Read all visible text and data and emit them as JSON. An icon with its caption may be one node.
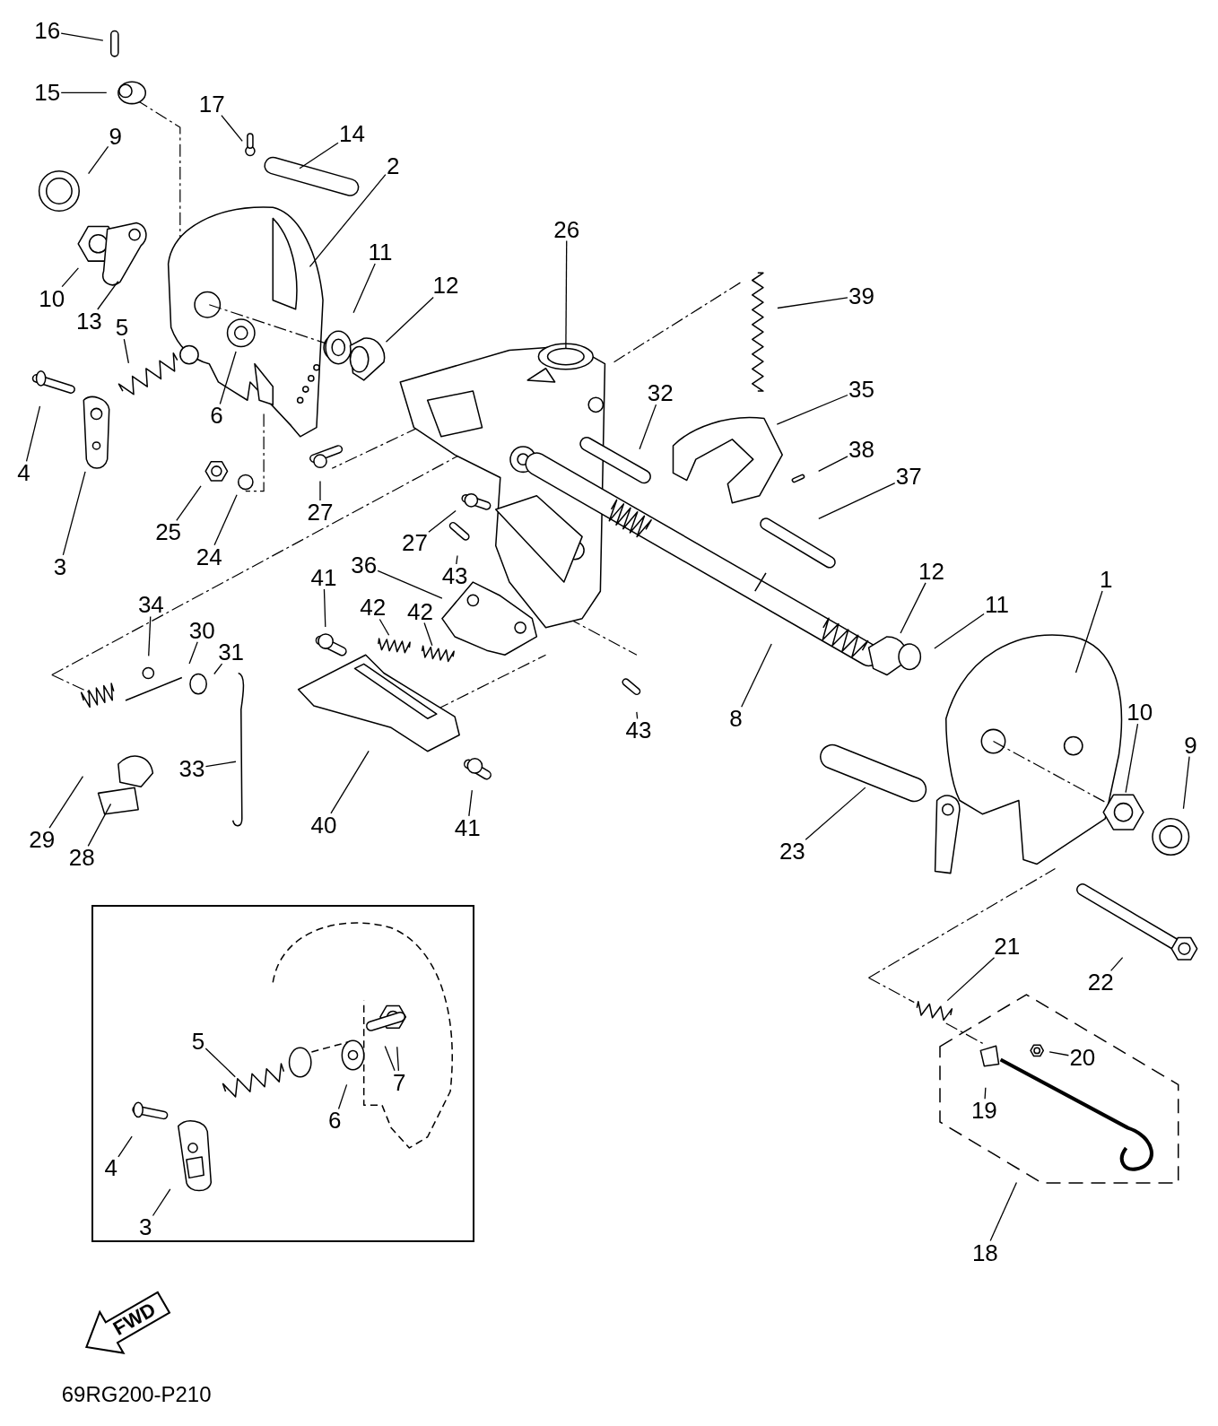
{
  "diagram": {
    "nodes": [
      {
        "text": [
          "16"
        ]
      },
      {
        "text": [
          "15"
        ]
      },
      {
        "text": [
          "9"
        ]
      },
      {
        "text": [
          "17"
        ]
      },
      {
        "text": [
          "14"
        ]
      },
      {
        "text": [
          "2"
        ]
      },
      {
        "text": [
          "26"
        ]
      },
      {
        "text": [
          "11"
        ]
      },
      {
        "text": [
          "12"
        ]
      },
      {
        "text": [
          "39"
        ]
      },
      {
        "text": [
          "10"
        ]
      },
      {
        "text": [
          "13"
        ]
      },
      {
        "text": [
          "5"
        ]
      },
      {
        "text": [
          "35"
        ]
      },
      {
        "text": [
          "32"
        ]
      },
      {
        "text": [
          "6"
        ]
      },
      {
        "text": [
          "38"
        ]
      },
      {
        "text": [
          "4"
        ]
      },
      {
        "text": [
          "37"
        ]
      },
      {
        "text": [
          "27"
        ]
      },
      {
        "text": [
          "25"
        ]
      },
      {
        "text": [
          "27"
        ]
      },
      {
        "text": [
          "24"
        ]
      },
      {
        "text": [
          "3"
        ]
      },
      {
        "text": [
          "36"
        ]
      },
      {
        "text": [
          "12"
        ]
      },
      {
        "text": [
          "43"
        ]
      },
      {
        "text": [
          "41"
        ]
      },
      {
        "text": [
          "1"
        ]
      },
      {
        "text": [
          "11"
        ]
      },
      {
        "text": [
          "34"
        ]
      },
      {
        "text": [
          "42"
        ]
      },
      {
        "text": [
          "42"
        ]
      },
      {
        "text": [
          "30"
        ]
      },
      {
        "text": [
          "31"
        ]
      },
      {
        "text": [
          "10"
        ]
      },
      {
        "text": [
          "8"
        ]
      },
      {
        "text": [
          "43"
        ]
      },
      {
        "text": [
          "9"
        ]
      },
      {
        "text": [
          "33"
        ]
      },
      {
        "text": [
          "40"
        ]
      },
      {
        "text": [
          "41"
        ]
      },
      {
        "text": [
          "29"
        ]
      },
      {
        "text": [
          "23"
        ]
      },
      {
        "text": [
          "28"
        ]
      },
      {
        "text": [
          "21"
        ]
      },
      {
        "text": [
          "22"
        ]
      },
      {
        "text": [],
        "shape": "box"
      },
      {
        "text": [
          "20"
        ],
        "in": 47
      },
      {
        "text": [
          "19"
        ],
        "in": 47
      },
      {
        "text": [
          "18"
        ]
      },
      {
        "text": [],
        "shape": "box"
      },
      {
        "text": [
          "5"
        ],
        "in": 51
      },
      {
        "text": [
          "7"
        ],
        "in": 51
      },
      {
        "text": [
          "6"
        ],
        "in": 51
      },
      {
        "text": [
          "4"
        ],
        "in": 51
      },
      {
        "text": [
          "3"
        ],
        "in": 51
      },
      {
        "text": [],
        "shape": "picture"
      }
    ],
    "edges": [
      {
        "from": 0,
        "to": null,
        "arrow": "none"
      },
      {
        "from": 1,
        "to": null,
        "arrow": "none"
      },
      {
        "from": 2,
        "to": null,
        "arrow": "none"
      },
      {
        "from": 3,
        "to": null,
        "arrow": "none"
      },
      {
        "from": 4,
        "to": null,
        "arrow": "none"
      },
      {
        "from": 5,
        "to": null,
        "arrow": "none"
      },
      {
        "from": 6,
        "to": null,
        "arrow": "none"
      },
      {
        "from": 7,
        "to": null,
        "arrow": "none"
      },
      {
        "from": 8,
        "to": null,
        "arrow": "none"
      },
      {
        "from": 9,
        "to": null,
        "arrow": "none"
      },
      {
        "from": 10,
        "to": null,
        "arrow": "none"
      },
      {
        "from": 11,
        "to": null,
        "arrow": "none"
      },
      {
        "from": 12,
        "to": null,
        "arrow": "none"
      },
      {
        "from": 13,
        "to": null,
        "arrow": "none"
      },
      {
        "from": 14,
        "to": null,
        "arrow": "none"
      },
      {
        "from": 15,
        "to": null,
        "arrow": "none"
      },
      {
        "from": 16,
        "to": null,
        "arrow": "none"
      },
      {
        "from": 17,
        "to": null,
        "arrow": "none"
      },
      {
        "from": 18,
        "to": null,
        "arrow": "none"
      },
      {
        "from": 19,
        "to": null,
        "arrow": "none"
      },
      {
        "from": 20,
        "to": null,
        "arrow": "none"
      },
      {
        "from": 21,
        "to": null,
        "arrow": "none"
      },
      {
        "from": 22,
        "to": null,
        "arrow": "none"
      },
      {
        "from": 23,
        "to": null,
        "arrow": "none"
      },
      {
        "from": 24,
        "to": 57,
        "arrow": "none"
      },
      {
        "from": 25,
        "to": null,
        "arrow": "none"
      },
      {
        "from": 26,
        "to": null,
        "arrow": "none"
      },
      {
        "from": 27,
        "to": null,
        "arrow": "none"
      },
      {
        "from": 28,
        "to": null,
        "arrow": "none"
      },
      {
        "from": 29,
        "to": null,
        "arrow": "none"
      },
      {
        "from": 30,
        "to": null,
        "arrow": "none"
      },
      {
        "from": 31,
        "to": null,
        "arrow": "none"
      },
      {
        "from": 32,
        "to": null,
        "arrow": "none"
      },
      {
        "from": 33,
        "to": null,
        "arrow": "none"
      },
      {
        "from": 34,
        "to": null,
        "arrow": "none"
      },
      {
        "from": 35,
        "to": null,
        "arrow": "none"
      },
      {
        "from": 36,
        "to": null,
        "arrow": "none"
      },
      {
        "from": 37,
        "to": null,
        "arrow": "none"
      },
      {
        "from": 38,
        "to": null,
        "arrow": "none"
      },
      {
        "from": 39,
        "to": null,
        "arrow": "none"
      },
      {
        "from": 40,
        "to": null,
        "arrow": "none"
      },
      {
        "from": 41,
        "to": null,
        "arrow": "none"
      },
      {
        "from": 42,
        "to": null,
        "arrow": "none"
      },
      {
        "from": 43,
        "to": null,
        "arrow": "none"
      },
      {
        "from": 44,
        "to": null,
        "arrow": "none"
      },
      {
        "from": 45,
        "to": null,
        "arrow": "none"
      },
      {
        "from": 46,
        "to": null,
        "arrow": "none"
      },
      {
        "from": 48,
        "to": null,
        "arrow": "none"
      },
      {
        "from": 49,
        "to": null,
        "arrow": "none"
      },
      {
        "from": 50,
        "to": 47,
        "arrow": "none"
      },
      {
        "from": 52,
        "to": null,
        "arrow": "none"
      },
      {
        "from": 53,
        "to": null,
        "arrow": "none"
      },
      {
        "from": 53,
        "to": null,
        "arrow": "none"
      },
      {
        "from": 54,
        "to": null,
        "arrow": "none"
      },
      {
        "from": 55,
        "to": null,
        "arrow": "none"
      },
      {
        "from": 56,
        "to": null,
        "arrow": "none"
      }
    ],
    "labels": [
      "FWD",
      "69RG200-P210"
    ]
  }
}
